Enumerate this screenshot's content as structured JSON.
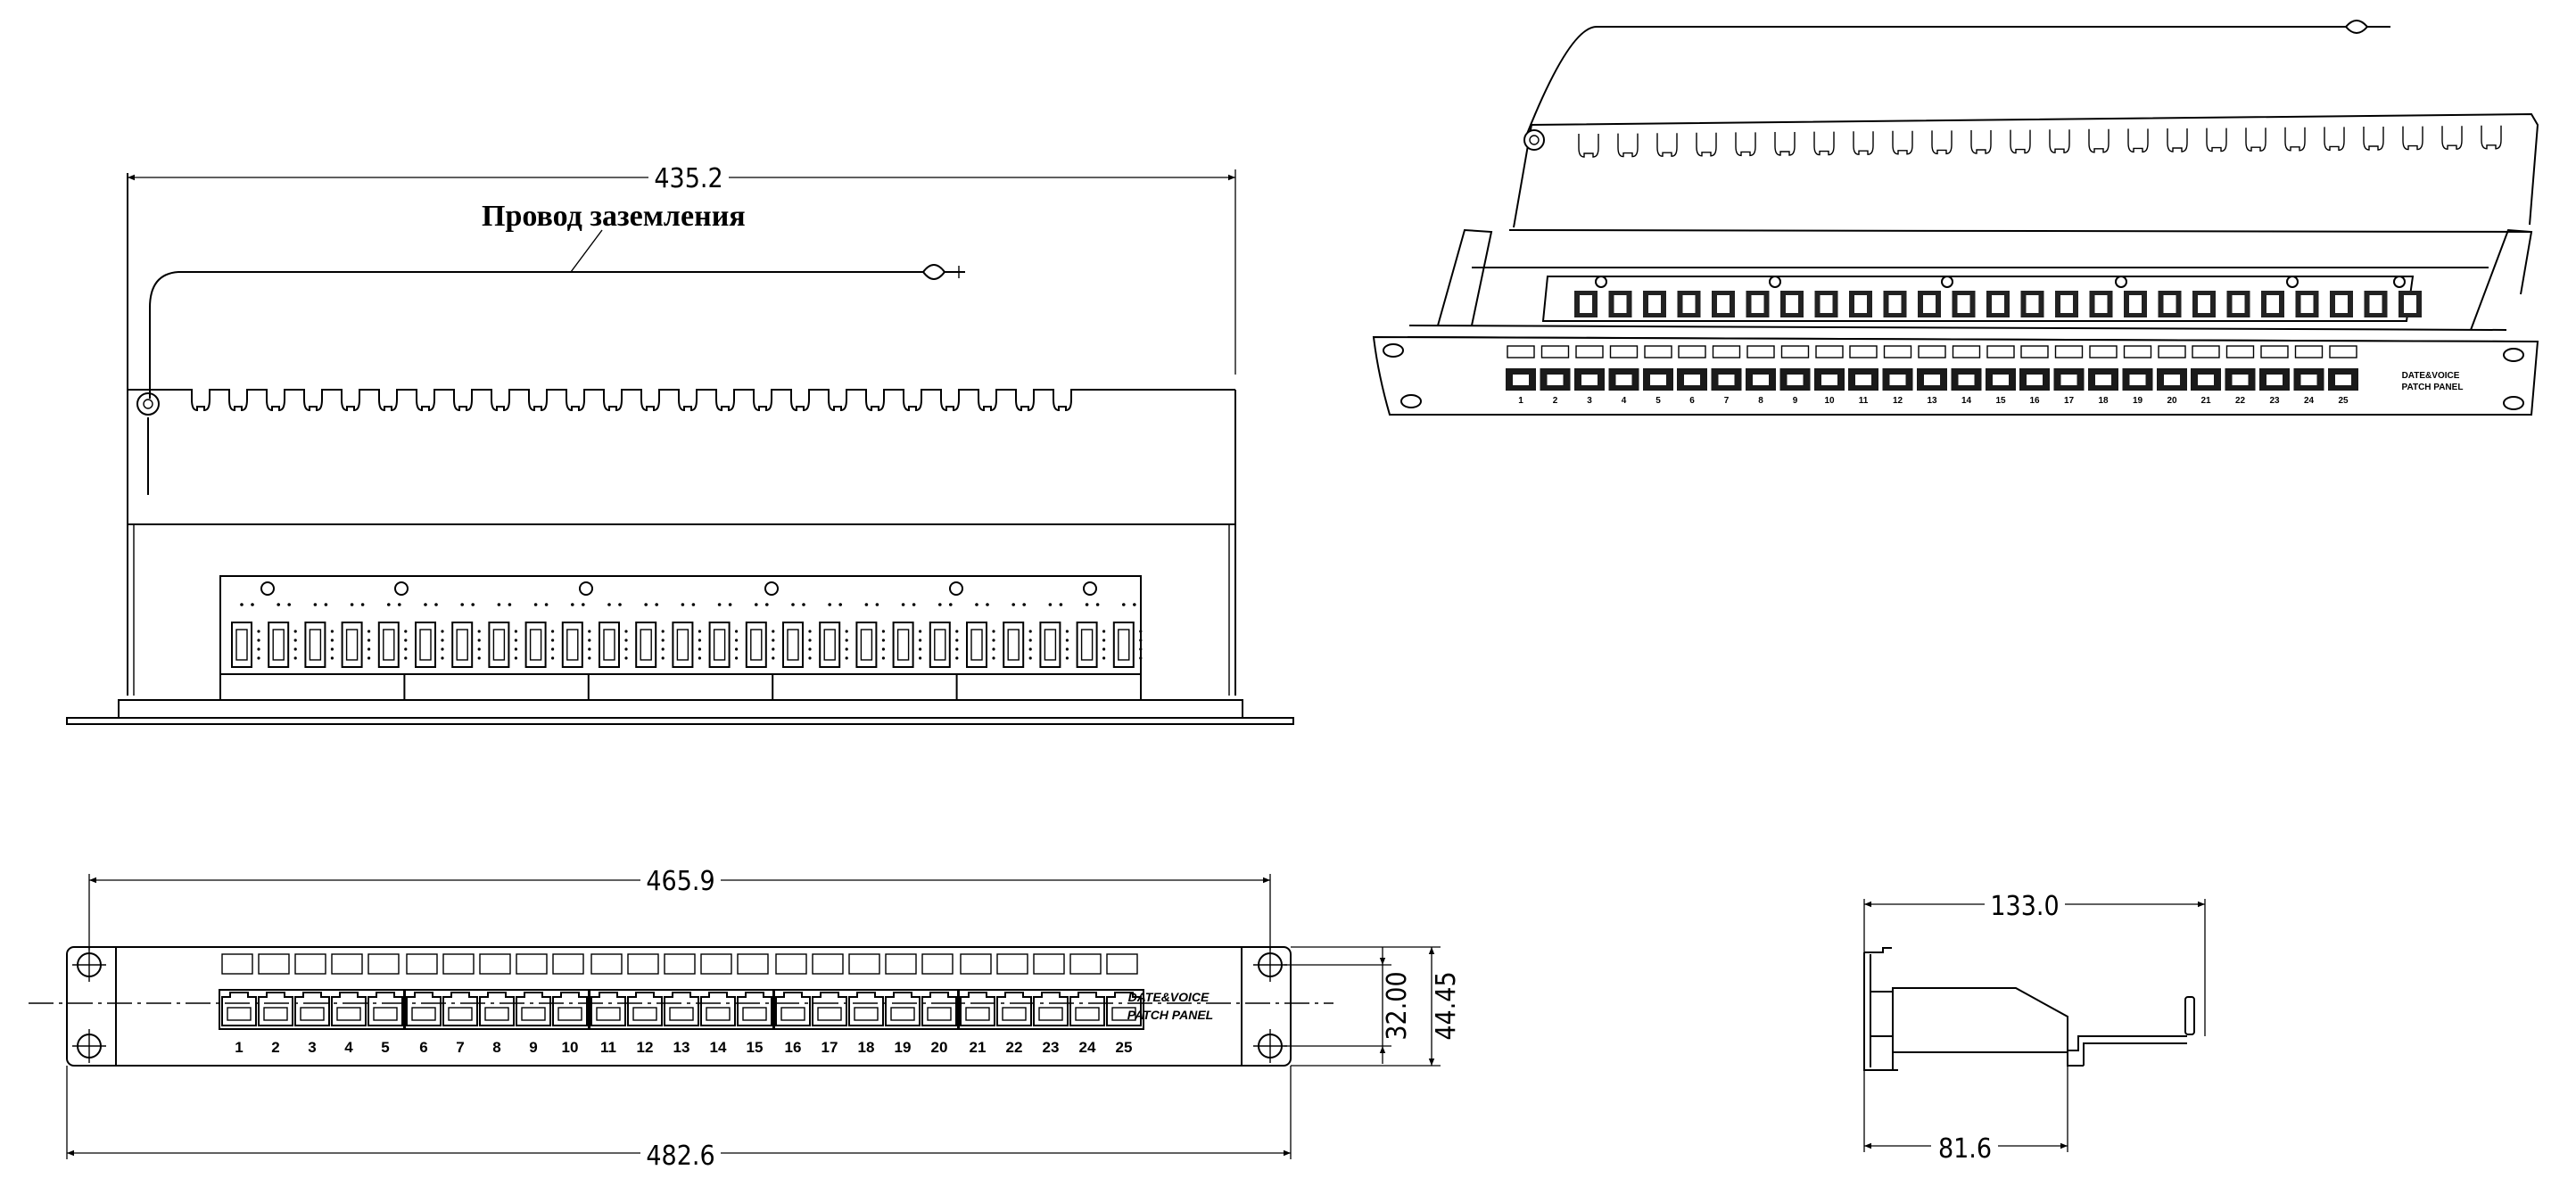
{
  "callouts": {
    "ground_wire": "Провод заземления"
  },
  "panel_labels": {
    "line1": "DATE&VOICE",
    "line2": "PATCH PANEL"
  },
  "port_numbers": [
    "1",
    "2",
    "3",
    "4",
    "5",
    "6",
    "7",
    "8",
    "9",
    "10",
    "11",
    "12",
    "13",
    "14",
    "15",
    "16",
    "17",
    "18",
    "19",
    "20",
    "21",
    "22",
    "23",
    "24",
    "25"
  ],
  "dimensions": {
    "top_view_width": "435.2",
    "front_overall_width": "482.6",
    "front_hole_spacing": "465.9",
    "front_height_inner": "32.00",
    "front_height_outer": "44.45",
    "side_depth_total": "133.0",
    "side_depth_body": "81.6"
  }
}
